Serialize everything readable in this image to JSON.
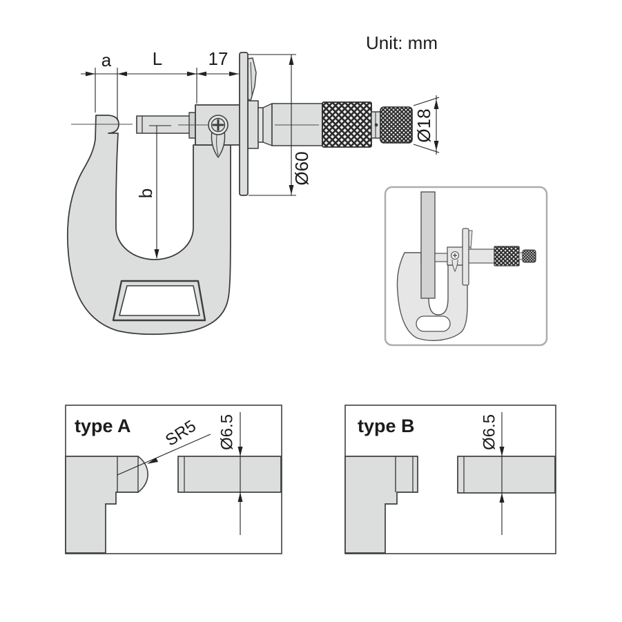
{
  "unit_label": "Unit: mm",
  "main": {
    "dim_a": "a",
    "dim_l": "L",
    "dim_17": "17",
    "dim_b": "b",
    "dim_d60": "Ø60",
    "dim_d18": "Ø18"
  },
  "panel_a": {
    "title": "type A",
    "sr5": "SR5",
    "d65": "Ø6.5"
  },
  "panel_b": {
    "title": "type B",
    "d65": "Ø6.5"
  },
  "colors": {
    "part_fill": "#dcdddd",
    "outline": "#3d3d3d",
    "dimension": "#222222",
    "inset_border": "#adadad",
    "sheet_fill": "#d2d2d2"
  }
}
